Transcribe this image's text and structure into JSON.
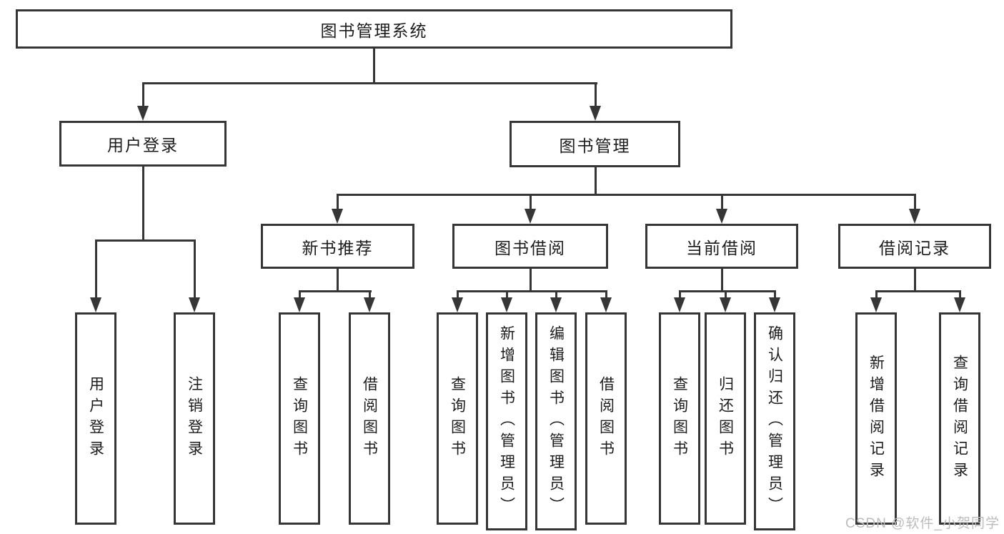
{
  "colors": {
    "line": "#363636",
    "text": "#1c1c1c",
    "watermark_gray": "#bcbcbc",
    "background": "#ffffff"
  },
  "tree": {
    "root": "图书管理系统",
    "branches": [
      {
        "label": "用户登录",
        "children": [
          "用户登录",
          "注销登录"
        ]
      },
      {
        "label": "图书管理",
        "groups": [
          {
            "label": "新书推荐",
            "children": [
              "查询图书",
              "借阅图书"
            ]
          },
          {
            "label": "图书借阅",
            "children": [
              "查询图书",
              "新增图书（管理员）",
              "编辑图书（管理员）",
              "借阅图书"
            ]
          },
          {
            "label": "当前借阅",
            "children": [
              "查询图书",
              "归还图书",
              "确认归还（管理员）"
            ]
          },
          {
            "label": "借阅记录",
            "children": [
              "新增借阅记录",
              "查询借阅记录"
            ]
          }
        ]
      }
    ]
  },
  "watermark": "CSDN @软件_小贺同学"
}
